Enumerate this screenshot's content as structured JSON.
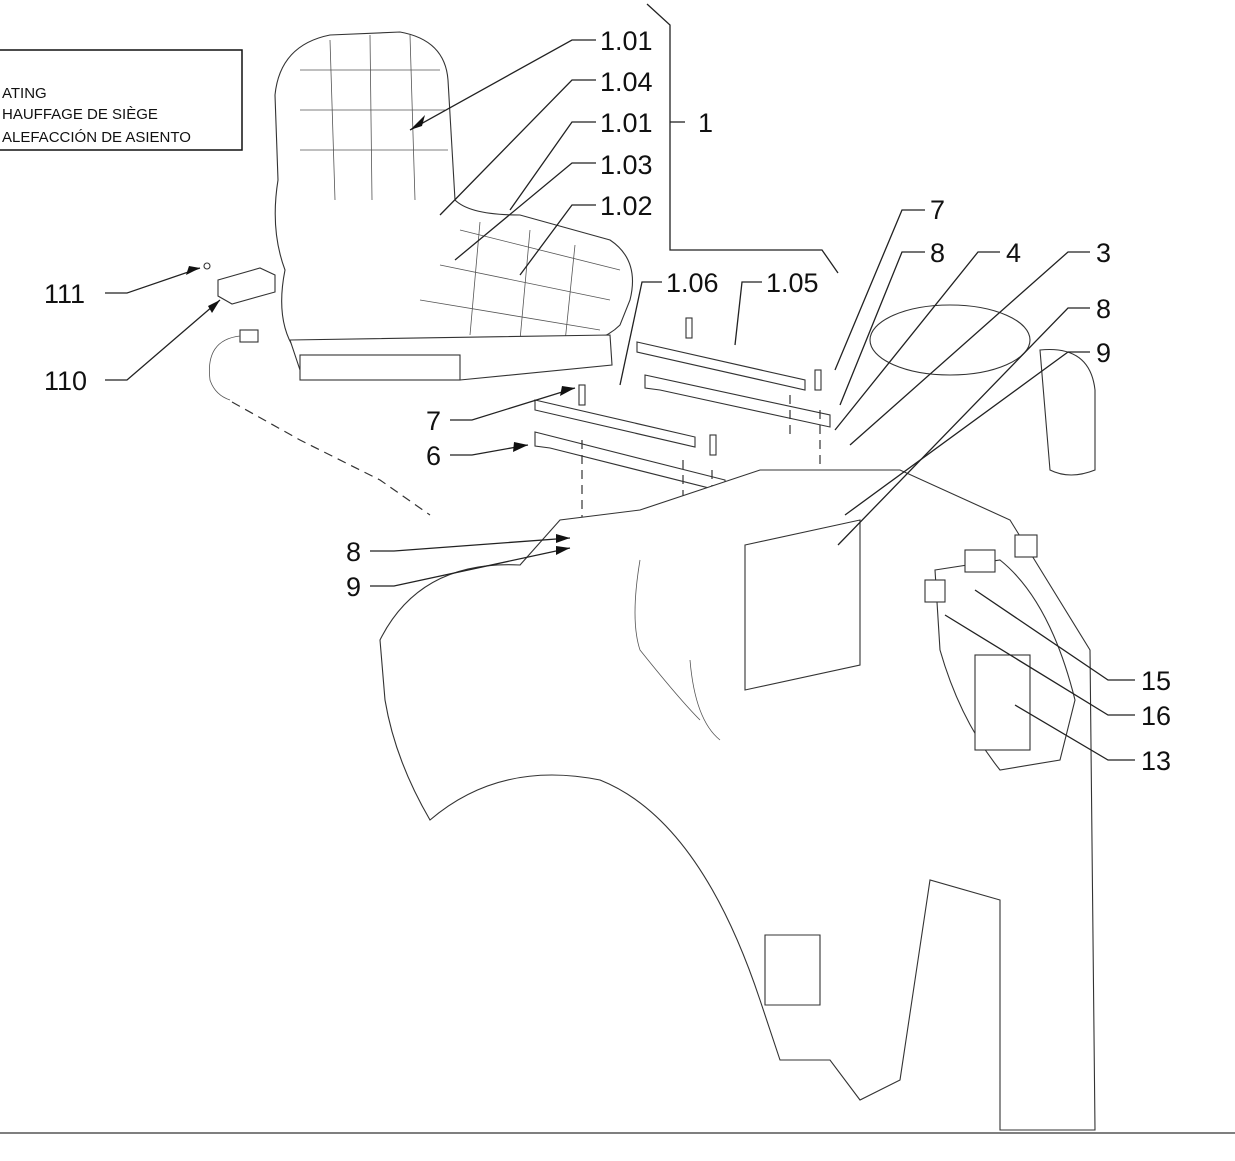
{
  "note_box": {
    "lines": [
      "ATING",
      "HAUFFAGE DE SIÈGE",
      "ALEFACCIÓN DE ASIENTO"
    ]
  },
  "group_label": "1",
  "callouts": [
    {
      "id": "c-1-01-a",
      "text": "1.01"
    },
    {
      "id": "c-1-04",
      "text": "1.04"
    },
    {
      "id": "c-1-01-b",
      "text": "1.01"
    },
    {
      "id": "c-1-03",
      "text": "1.03"
    },
    {
      "id": "c-1-02",
      "text": "1.02"
    },
    {
      "id": "c-1-06",
      "text": "1.06"
    },
    {
      "id": "c-1-05",
      "text": "1.05"
    },
    {
      "id": "c-7-a",
      "text": "7"
    },
    {
      "id": "c-8-a",
      "text": "8"
    },
    {
      "id": "c-4",
      "text": "4"
    },
    {
      "id": "c-3",
      "text": "3"
    },
    {
      "id": "c-8-b",
      "text": "8"
    },
    {
      "id": "c-9-a",
      "text": "9"
    },
    {
      "id": "c-111",
      "text": "111"
    },
    {
      "id": "c-110",
      "text": "110"
    },
    {
      "id": "c-7-b",
      "text": "7"
    },
    {
      "id": "c-6",
      "text": "6"
    },
    {
      "id": "c-8-c",
      "text": "8"
    },
    {
      "id": "c-9-b",
      "text": "9"
    },
    {
      "id": "c-15",
      "text": "15"
    },
    {
      "id": "c-16",
      "text": "16"
    },
    {
      "id": "c-13",
      "text": "13"
    }
  ]
}
